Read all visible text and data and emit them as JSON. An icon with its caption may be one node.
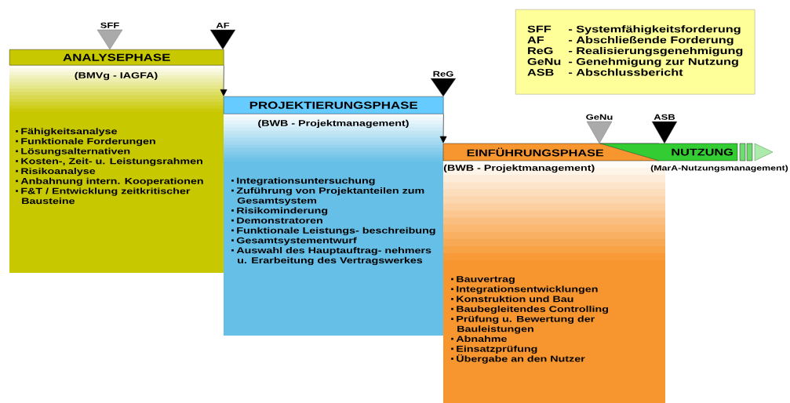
{
  "diagram": {
    "nodes": [
      {
        "text": [
          "ANALYSEPHASE"
        ]
      },
      {
        "beside": [
          "(BMVg - IAGFA)"
        ],
        "text": [
          "Fähigkeitsanalyse",
          "Funktionale Forderungen",
          "Lösungsalternativen",
          "Kosten-, Zeit- u. Leistungsrahmen",
          "Risikoanalyse",
          "Anbahnung intern. Kooperationen",
          "F&T / Entwicklung zeitkritischer Bausteine"
        ]
      },
      {
        "text": [
          "PROJEKTIERUNGSPHASE"
        ]
      },
      {
        "beside": [
          "(BWB - Projektmanagement)"
        ],
        "text": [
          "Integrationsuntersuchung",
          "Zuführung von Projektanteilen zum Gesamtsystem",
          "Risikominderung",
          "Demonstratoren",
          "Funktionale Leistungs- beschreibung",
          "Gesamtsystementwurf",
          "Auswahl des Hauptauftrag- nehmers u. Erarbeitung des Vertragswerkes"
        ]
      },
      {
        "text": [
          "EINFÜHRUNGSPHASE"
        ],
        "beside": [
          "(BWB - Projektmanagement)"
        ]
      },
      {
        "text": [
          "NUTZUNG"
        ],
        "beside": [
          "(MarA-Nutzungsmanagement)"
        ]
      },
      {
        "text": [
          "Bauvertrag",
          "Integrationsentwicklungen",
          "Konstruktion und Bau",
          "Baubegleitendes Controlling",
          "Prüfung u. Bewertung der Bauleistungen",
          "Abnahme",
          "Einsatzprüfung",
          "Übergabe an den Nutzer"
        ]
      },
      {
        "text": [
          "SFF",
          "- Systemfähigkeitsforderung",
          "AF",
          "- Abschließende Forderung",
          "ReG",
          "- Realisierungsgenehmigung",
          "GeNu",
          "- Genehmigung zur Nutzung",
          "ASB",
          "- Abschlussbericht"
        ]
      },
      {
        "text": [
          "SFF"
        ]
      },
      {
        "text": [
          "AF"
        ]
      },
      {
        "text": [
          "ReG"
        ]
      },
      {
        "text": [
          "GeNu"
        ]
      },
      {
        "text": [
          "ASB"
        ]
      }
    ],
    "edges": [
      {
        "from": 0,
        "to": 2,
        "arrow": "to"
      },
      {
        "from": 2,
        "to": 4,
        "arrow": "to"
      }
    ]
  }
}
